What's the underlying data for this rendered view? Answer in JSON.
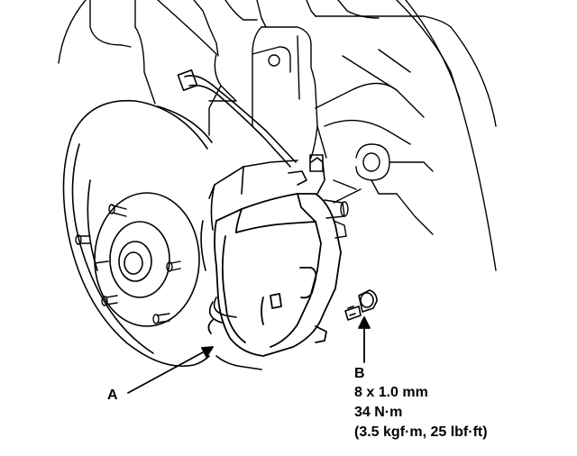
{
  "callouts": {
    "a": {
      "letter": "A"
    },
    "b": {
      "letter": "B",
      "size": "8 x 1.0 mm",
      "torque": "34 N·m",
      "torque_alt": "(3.5 kgf·m, 25 lbf·ft)"
    }
  },
  "colors": {
    "ink": "#000000",
    "paper": "#ffffff"
  }
}
